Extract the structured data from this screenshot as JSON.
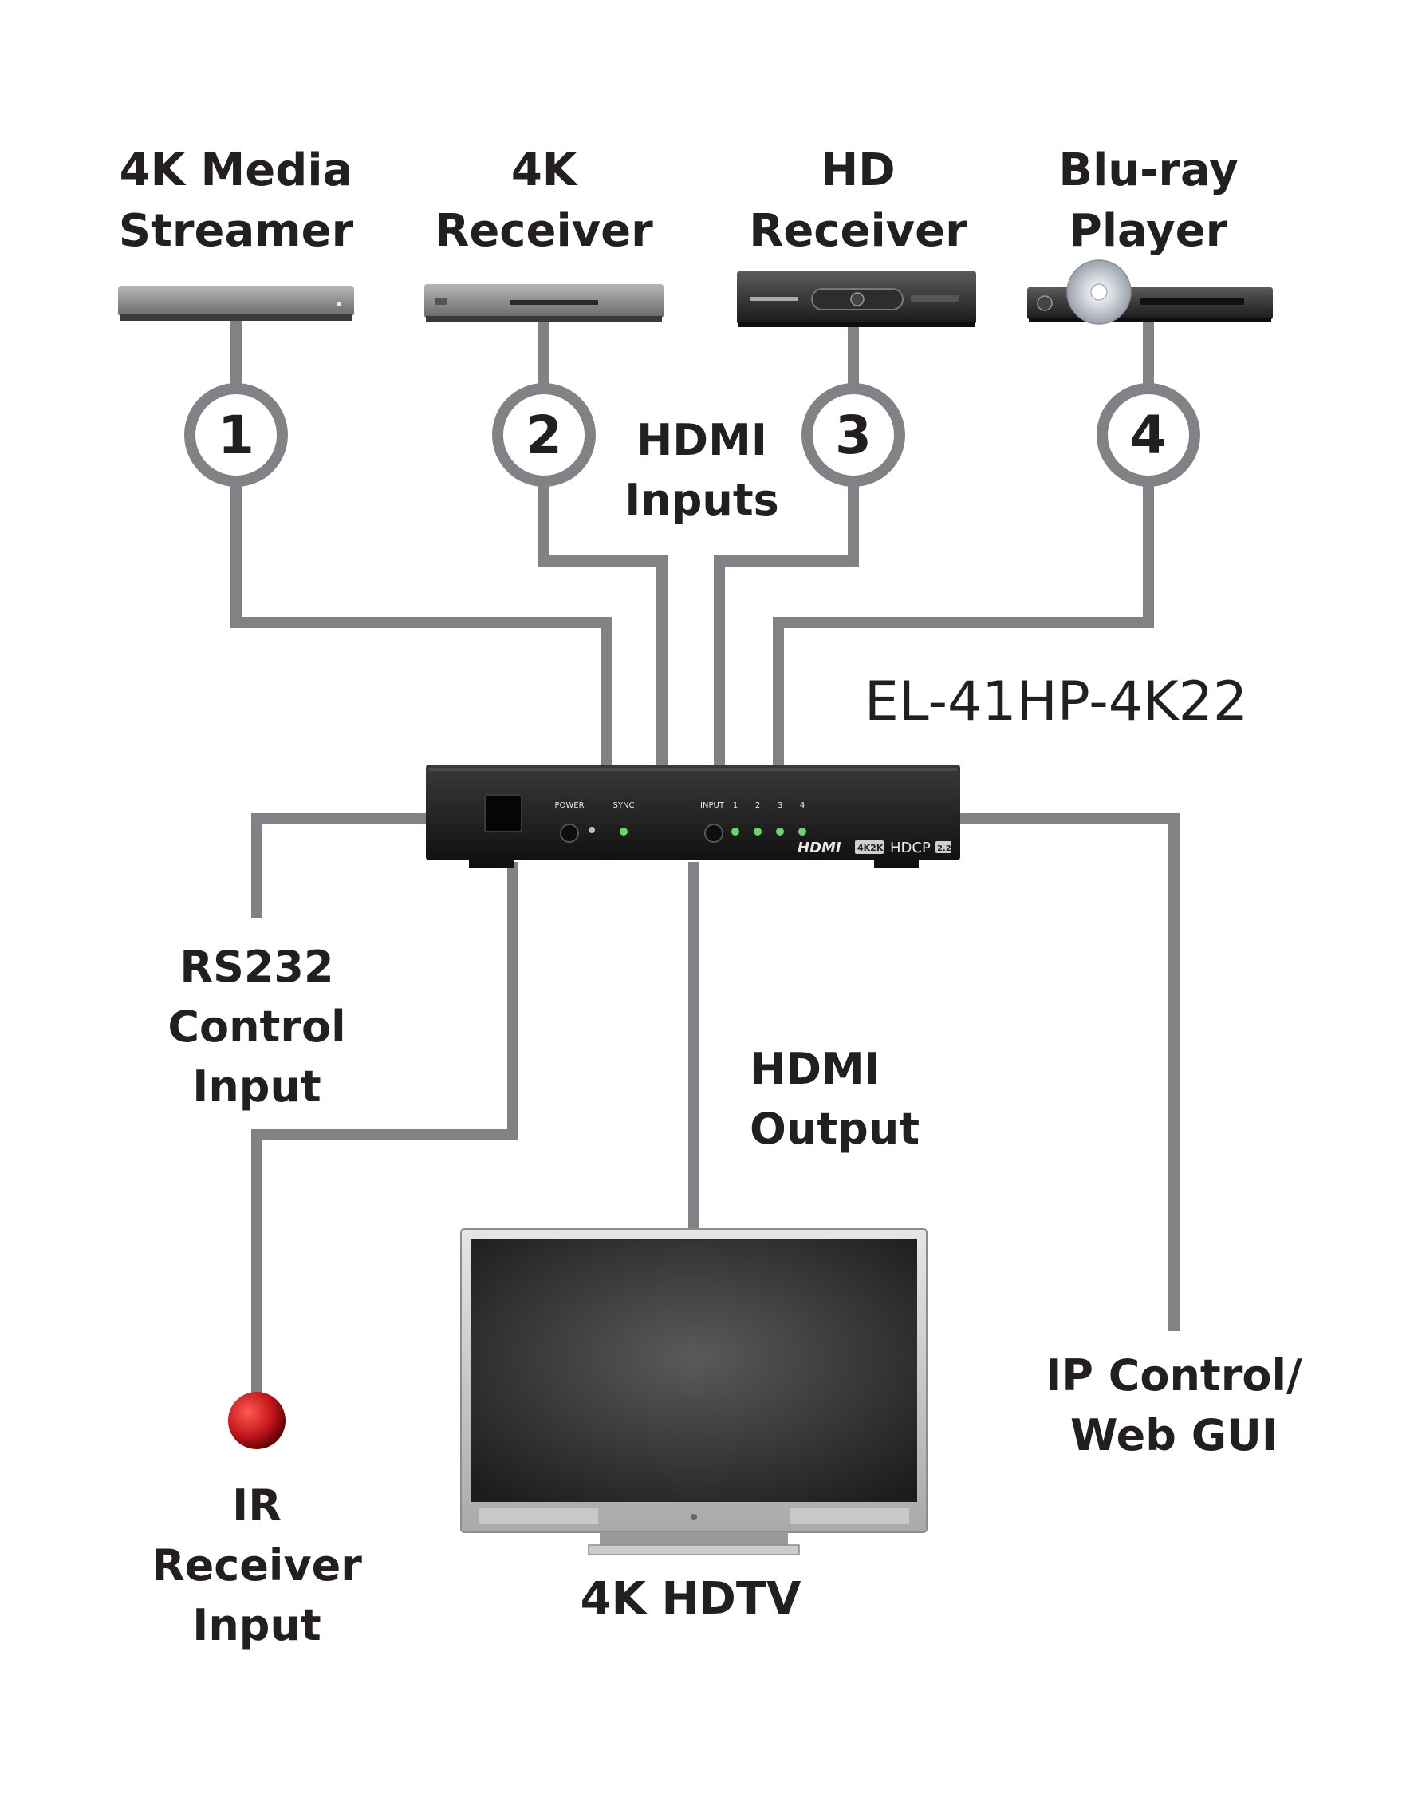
{
  "sources": [
    {
      "lines": [
        "4K Media",
        "Streamer"
      ],
      "port": "1"
    },
    {
      "lines": [
        "4K",
        "Receiver"
      ],
      "port": "2"
    },
    {
      "lines": [
        "HD",
        "Receiver"
      ],
      "port": "3"
    },
    {
      "lines": [
        "Blu-ray",
        "Player"
      ],
      "port": "4"
    }
  ],
  "hdmi_inputs": [
    "HDMI",
    "Inputs"
  ],
  "model": "EL-41HP-4K22",
  "device_panel": {
    "power": "POWER",
    "sync": "SYNC",
    "input": "INPUT",
    "inputs": [
      "1",
      "2",
      "3",
      "4"
    ],
    "hdmi_logo": "HDMI",
    "res_logo": "4K2K",
    "hdcp": "HDCP",
    "hdcp_ver": "2.2"
  },
  "rs232": [
    "RS232",
    "Control",
    "Input"
  ],
  "hdmi_output": [
    "HDMI",
    "Output"
  ],
  "ir": [
    "IR",
    "Receiver",
    "Input"
  ],
  "tv": "4K HDTV",
  "ip": [
    "IP Control/",
    "Web GUI"
  ],
  "colors": {
    "wire": "#808285",
    "text": "#231f20",
    "device": "#2b2b2b",
    "led": "#6dd36d",
    "ir": "#c4161c"
  }
}
